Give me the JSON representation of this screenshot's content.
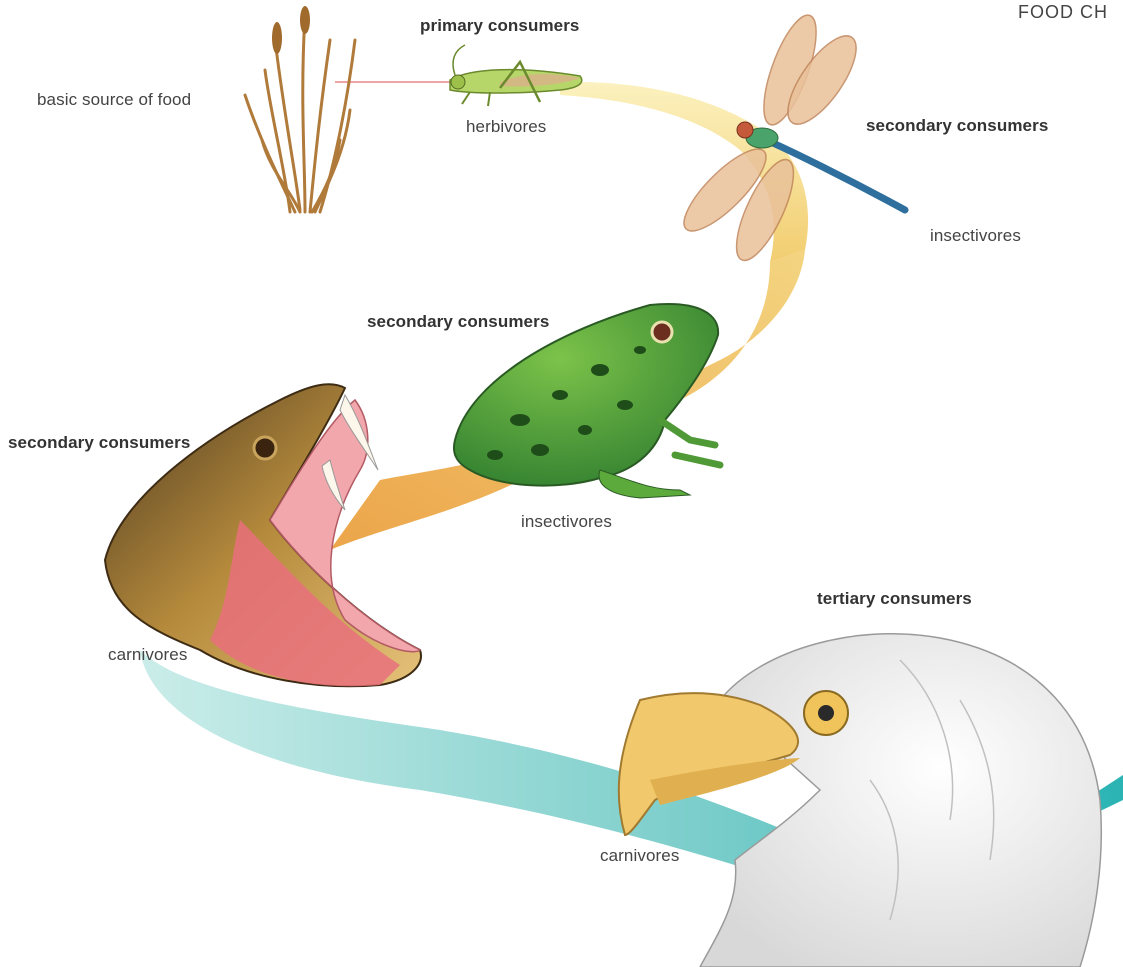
{
  "header": {
    "title": "FOOD CH"
  },
  "colors": {
    "path_yellow": "#f3dc8c",
    "path_orange": "#efae4a",
    "path_teal": "#8fd3d0",
    "path_teal_dark": "#2fb6b4",
    "frog_green": "#3f9a3a",
    "snake_mouth": "#f08a96",
    "eagle_beak": "#f0c870"
  },
  "labels": {
    "basic_source": "basic source of food",
    "primary": "primary consumers",
    "herbivores": "herbivores",
    "secondary_dragonfly": "secondary consumers",
    "insectivores_dragonfly": "insectivores",
    "secondary_frog": "secondary consumers",
    "insectivores_frog": "insectivores",
    "secondary_snake": "secondary consumers",
    "carnivores_snake": "carnivores",
    "tertiary": "tertiary consumers",
    "carnivores_eagle": "carnivores"
  },
  "illustrations": [
    "grass",
    "grasshopper",
    "dragonfly",
    "frog",
    "snake",
    "eagle"
  ]
}
